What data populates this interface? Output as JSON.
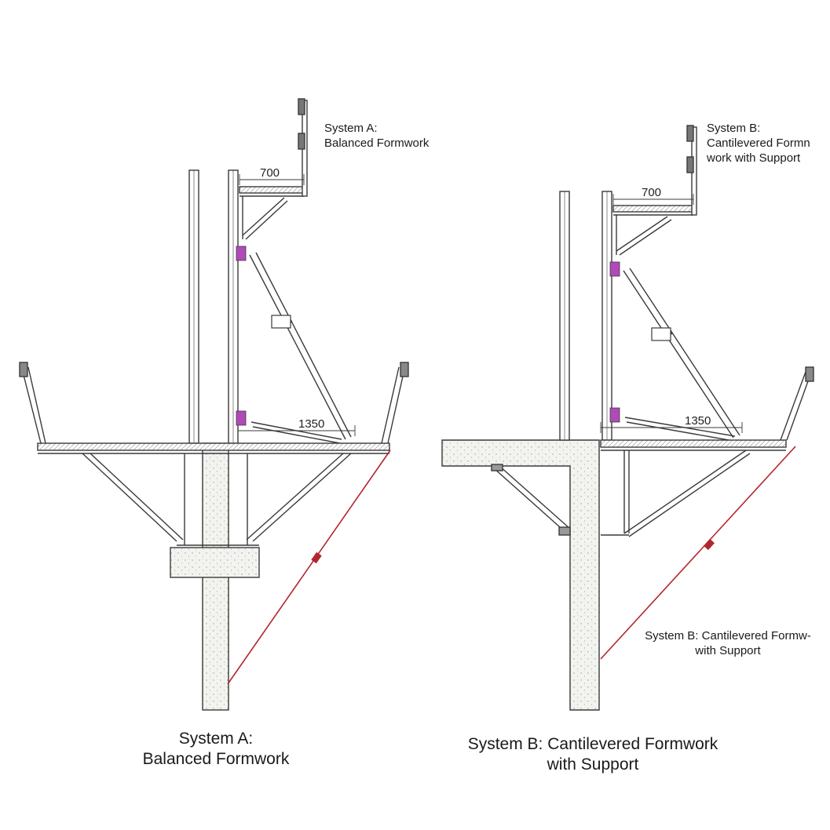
{
  "system_a": {
    "label_top_line1": "System A:",
    "label_top_line2": "Balanced Formwork",
    "caption_line1": "System A:",
    "caption_line2": "Balanced Formwork",
    "dim_upper": "700",
    "dim_lower": "1350"
  },
  "system_b": {
    "label_top_line1": "System B:",
    "label_top_line2": "Cantilevered Formn",
    "label_top_line3": "work with Support",
    "label_side_line1": "System B: Cantilevered Formw-",
    "label_side_line2": "with Support",
    "caption_line1": "System B: Cantilevered Formwork",
    "caption_line2": "with Support",
    "dim_upper": "700",
    "dim_lower": "1350"
  },
  "colors": {
    "line": "#3a3a3a",
    "concrete": "#f1f1ee",
    "safety_line": "#b3262e",
    "clamp": "#b04ab8"
  }
}
